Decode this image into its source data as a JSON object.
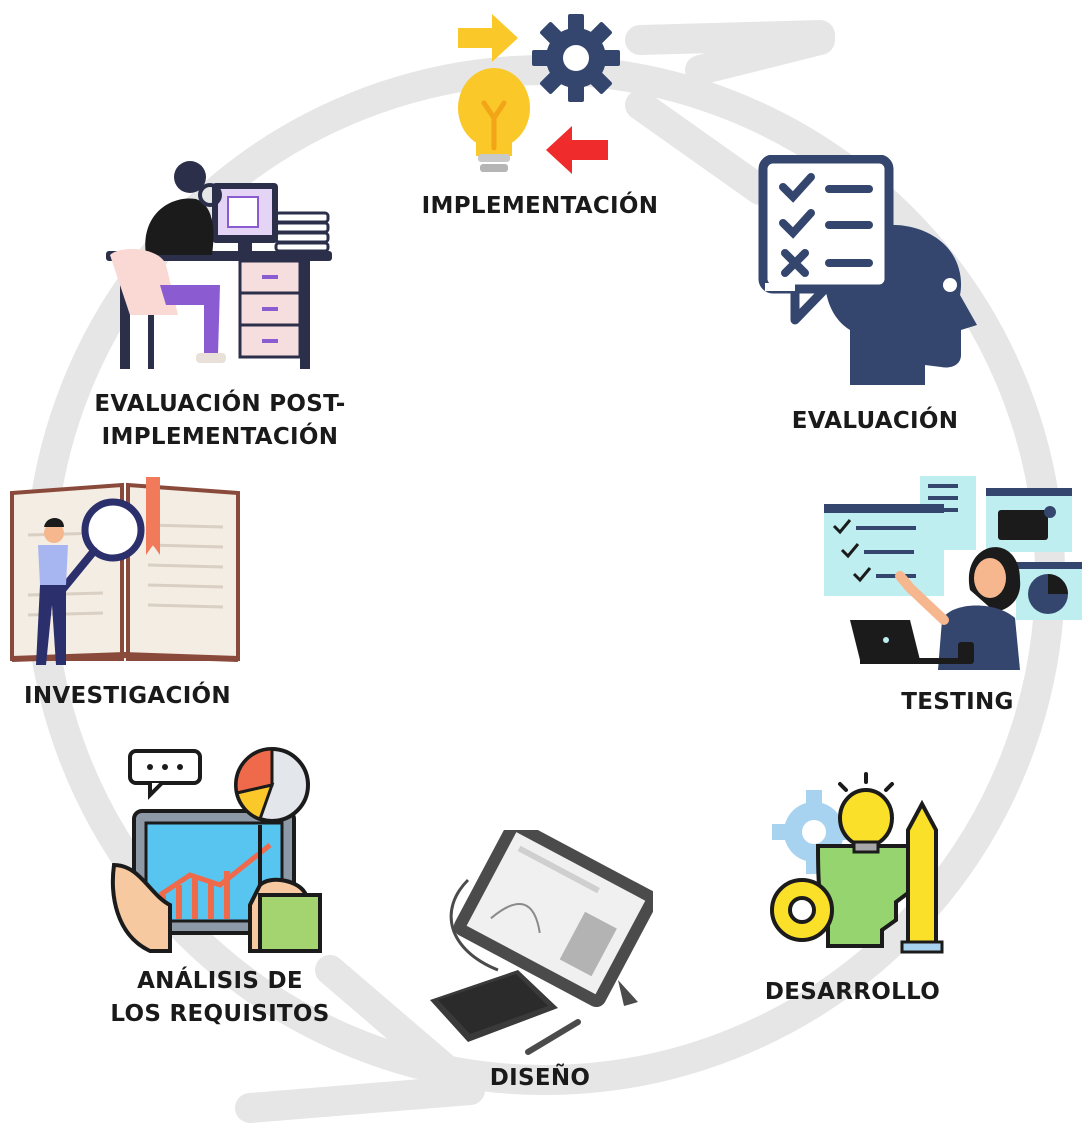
{
  "stages": {
    "implementacion": {
      "icon": "lightbulb-gear-arrows-icon",
      "label": "IMPLEMENTACIÓN"
    },
    "evaluacion": {
      "icon": "head-checklist-icon",
      "label": "EVALUACIÓN"
    },
    "testing": {
      "icon": "woman-laptop-screens-icon",
      "label": "TESTING"
    },
    "desarrollo": {
      "icon": "gears-head-lightbulb-pencil-icon",
      "label": "DESARROLLO"
    },
    "diseno": {
      "icon": "graphic-tablet-icon",
      "label": "DISEÑO"
    },
    "analisis": {
      "icon": "tablet-chart-hand-icon",
      "label_line1": "ANÁLISIS DE",
      "label_line2": "LOS REQUISITOS"
    },
    "investigacion": {
      "icon": "open-book-magnifier-icon",
      "label": "INVESTIGACIÓN"
    },
    "post_eval": {
      "icon": "person-desk-computer-icon",
      "label_line1": "EVALUACIÓN POST-",
      "label_line2": "IMPLEMENTACIÓN"
    }
  },
  "colors": {
    "cycle_ring": "#e6e6e6",
    "label_text": "#1a1a1a",
    "navy": "#34466e",
    "yellow": "#fbc82a",
    "red": "#ef2b2b"
  }
}
